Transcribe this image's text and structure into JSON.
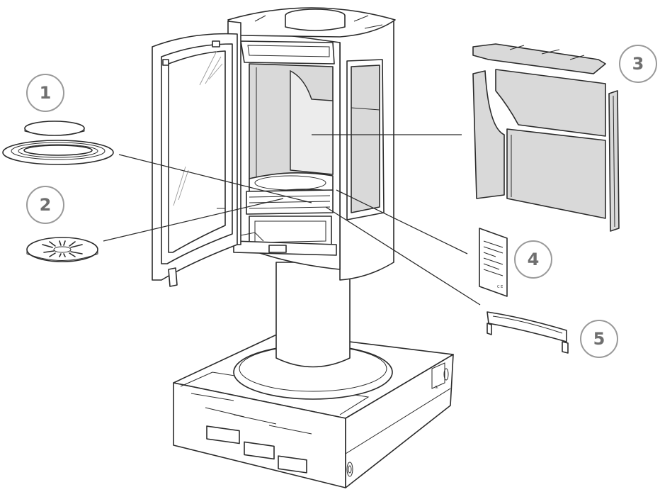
{
  "callouts": [
    {
      "id": "1",
      "label": "1"
    },
    {
      "id": "2",
      "label": "2"
    },
    {
      "id": "3",
      "label": "3"
    },
    {
      "id": "4",
      "label": "4"
    },
    {
      "id": "5",
      "label": "5"
    }
  ],
  "plate": {
    "mark": "C E"
  },
  "pallet": {
    "mark": "IK"
  },
  "colors": {
    "line": "#2b2b2b",
    "callout_ring": "#9a9a9a",
    "callout_text": "#6f6f6f",
    "panel_fill": "#d9d9d9"
  }
}
